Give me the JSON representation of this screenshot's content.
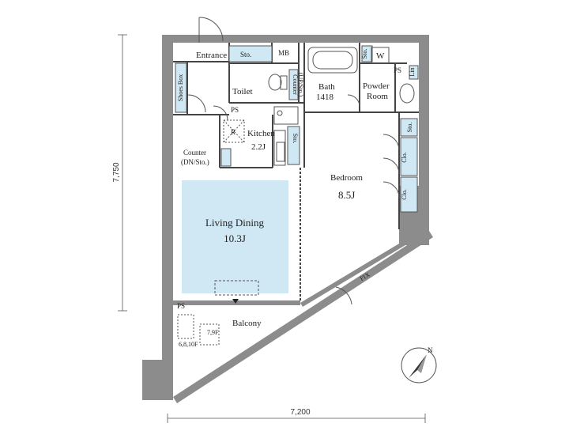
{
  "rooms": {
    "entrance": "Entrance",
    "storage_entrance": "Sto.",
    "mb": "MB",
    "toilet": "Toilet",
    "ps_toilet": "PS",
    "shoes_box": "Shoes Box",
    "kitchen": "Kitchen",
    "kitchen_size": "2.2J",
    "fridge": "R",
    "counter_dn": "Counter",
    "counter_dn_sub": "(DN/Sto.)",
    "kitchen_storage": "Sto.",
    "bath": "Bath",
    "bath_size": "1418",
    "counter_up": "Counter",
    "counter_up_sub": "(UP/Sto.)",
    "bath_sto": "Sto.",
    "washer": "W",
    "powder_room": "Powder",
    "powder_room_2": "Room",
    "ps_powder": "PS",
    "lin": "Lin",
    "bedroom": "Bedroom",
    "bedroom_size": "8.5J",
    "closet_1": "Clo.",
    "closet_2": "Clo.",
    "bedroom_sto": "Sto.",
    "living_dining": "Living Dining",
    "living_dining_size": "10.3J",
    "ps_living": "PS",
    "balcony": "Balcony",
    "fix": "FIX",
    "balcony_note_1": "6,8,10F",
    "balcony_note_2": "7,9F"
  },
  "dimensions": {
    "height": "7,750",
    "width": "7,200"
  },
  "compass": {
    "label": "N"
  }
}
